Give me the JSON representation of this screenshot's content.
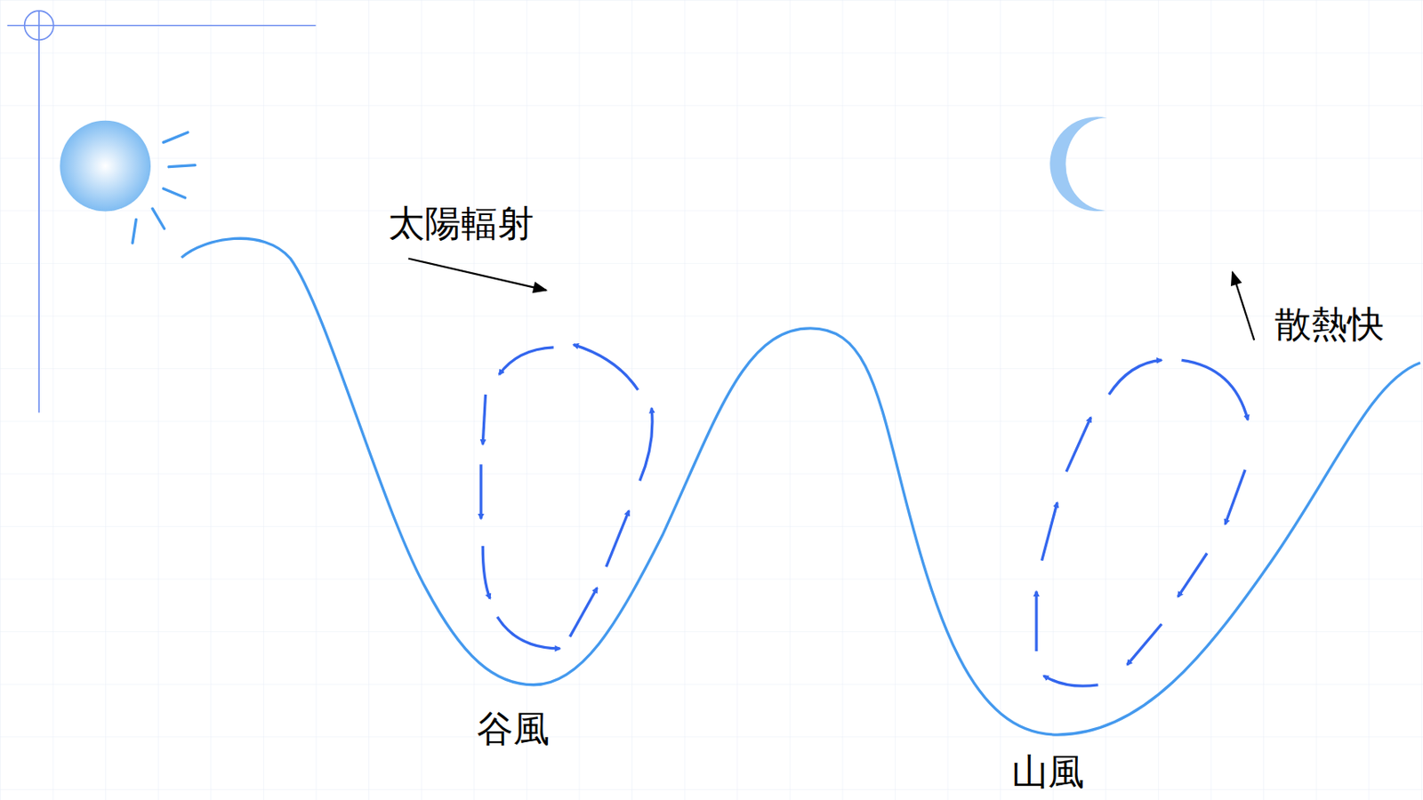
{
  "diagram": {
    "labels": [
      "太陽輻射",
      "散熱快",
      "谷風",
      "山風"
    ]
  }
}
